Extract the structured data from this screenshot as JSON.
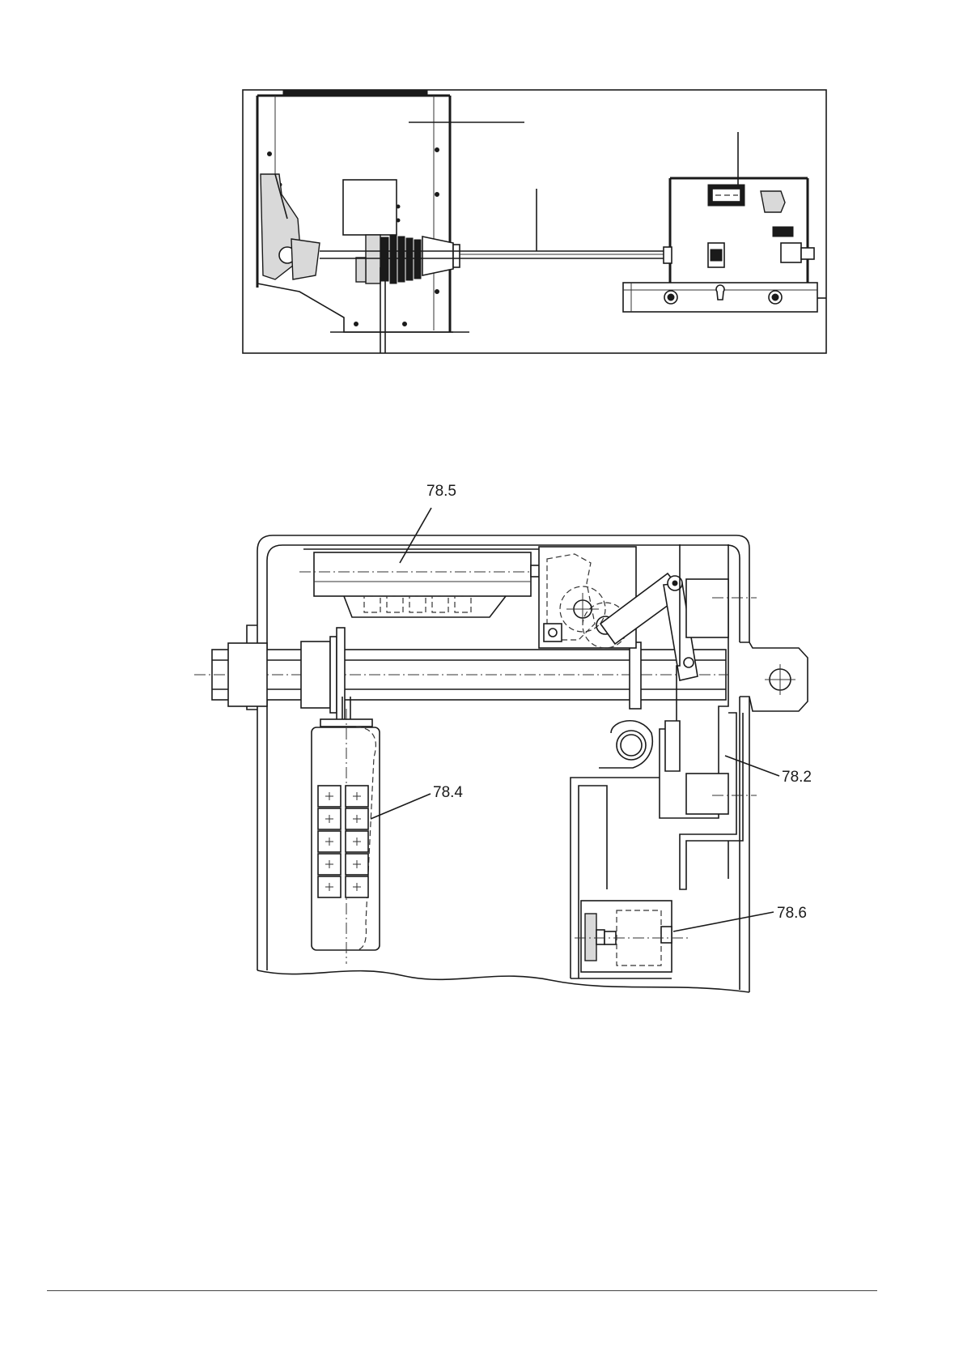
{
  "figure_top": {
    "description_visible_text": ""
  },
  "figure_bottom": {
    "labels": [
      "78.5",
      "78.4",
      "78.2",
      "78.6"
    ]
  },
  "colors": {
    "ink": "#1a1a1a",
    "background": "#ffffff",
    "shading": "#d9d9d9"
  }
}
